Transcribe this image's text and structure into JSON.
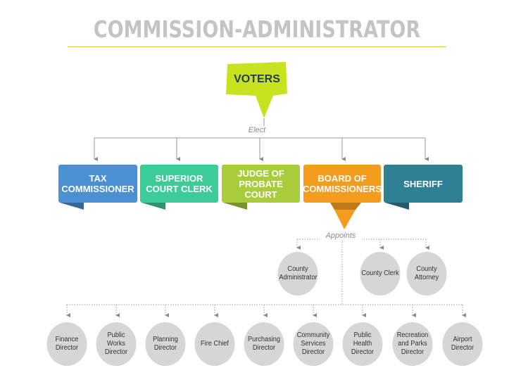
{
  "title": "COMMISSION-ADMINISTRATOR",
  "voters": {
    "label": "VOTERS"
  },
  "elect_label": "Elect",
  "appoints_label": "Appoints",
  "elected_offices": [
    {
      "label": "TAX COMMISSIONER",
      "color": "#4a90d2"
    },
    {
      "label": "SUPERIOR COURT CLERK",
      "color": "#3ecb9a"
    },
    {
      "label": "JUDGE OF PROBATE COURT",
      "color": "#a8cc3a"
    },
    {
      "label": "BOARD OF COMMISSIONERS",
      "color": "#f39c1e"
    },
    {
      "label": "SHERIFF",
      "color": "#2f7f95"
    }
  ],
  "appointed_upper": [
    {
      "label": "County Administrator"
    },
    {
      "label": "County Clerk"
    },
    {
      "label": "County Attorney"
    }
  ],
  "departments": [
    {
      "label": "Finance Director"
    },
    {
      "label": "Public Works Director"
    },
    {
      "label": "Planning Director"
    },
    {
      "label": "Fire Chief"
    },
    {
      "label": "Purchasing Director"
    },
    {
      "label": "Community Services Director"
    },
    {
      "label": "Public Health Director"
    },
    {
      "label": "Recreation and Parks Director"
    },
    {
      "label": "Airport Director"
    }
  ],
  "colors": {
    "voters": "#c9e21e",
    "voters_text": "#1e3a5f",
    "circle": "#d6d6d6",
    "line": "#9a9a9a"
  }
}
